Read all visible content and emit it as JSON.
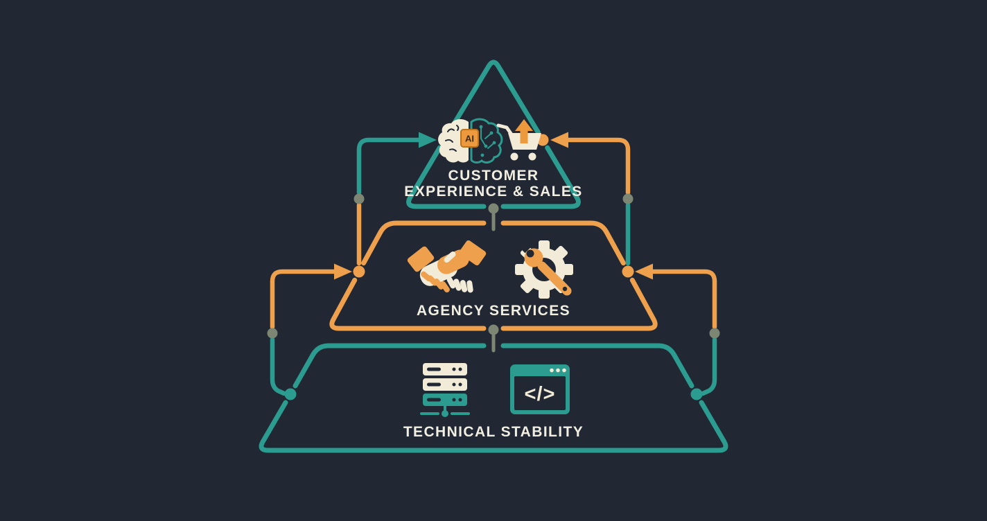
{
  "diagram_title": "pyramid-diagram",
  "colors": {
    "background": "#212833",
    "teal": "#2B9C8F",
    "orange": "#EFA04C",
    "cream": "#F1EBD8",
    "olive": "#7C8672",
    "label_text": "#F1EEE2"
  },
  "tiers": {
    "top": {
      "line1": "CUSTOMER",
      "line2": "EXPERIENCE & SALES",
      "outline_color": "#2B9C8F",
      "icons": [
        "ai-brain-icon",
        "cart-growth-icon"
      ]
    },
    "middle": {
      "line1": "AGENCY SERVICES",
      "outline_color": "#EFA04C",
      "icons": [
        "handshake-icon",
        "gear-wrench-icon"
      ]
    },
    "bottom": {
      "line1": "TECHNICAL STABILITY",
      "outline_color": "#2B9C8F",
      "icons": [
        "server-stack-icon",
        "code-window-icon"
      ]
    }
  },
  "icons": {
    "ai_chip_label": "AI",
    "code_glyph": "</>"
  }
}
